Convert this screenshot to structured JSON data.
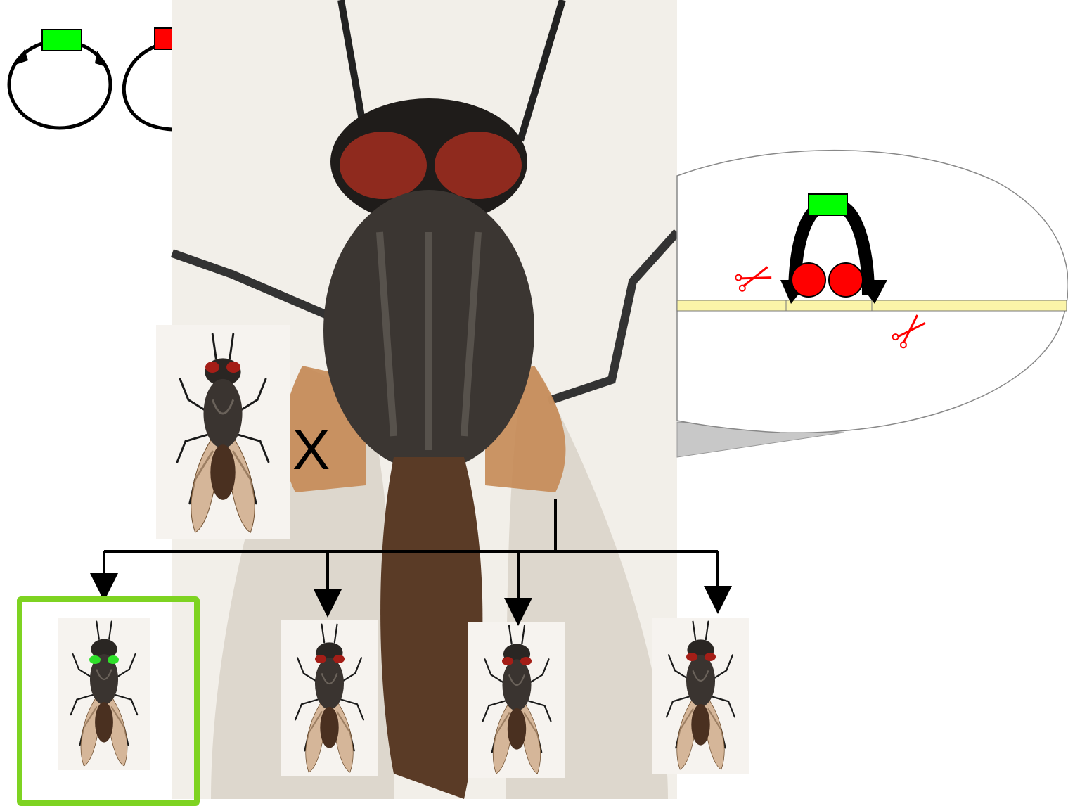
{
  "cross_symbol": "X",
  "colors": {
    "green_marker": "#00ff00",
    "red_marker": "#ff0000",
    "dna_strand": "#fbf4a8",
    "highlight_frame": "#7ed321",
    "fly_eye_red": "#a41e17",
    "fly_eye_green": "#2fe02a"
  },
  "icons": {
    "cut_site": "scissors-icon",
    "plasmid": "circular-plasmid",
    "crossing": "cross-x"
  },
  "offspring": [
    {
      "eye_color": "green",
      "highlighted": true
    },
    {
      "eye_color": "red",
      "highlighted": false
    },
    {
      "eye_color": "red",
      "highlighted": false
    },
    {
      "eye_color": "red",
      "highlighted": false
    }
  ]
}
